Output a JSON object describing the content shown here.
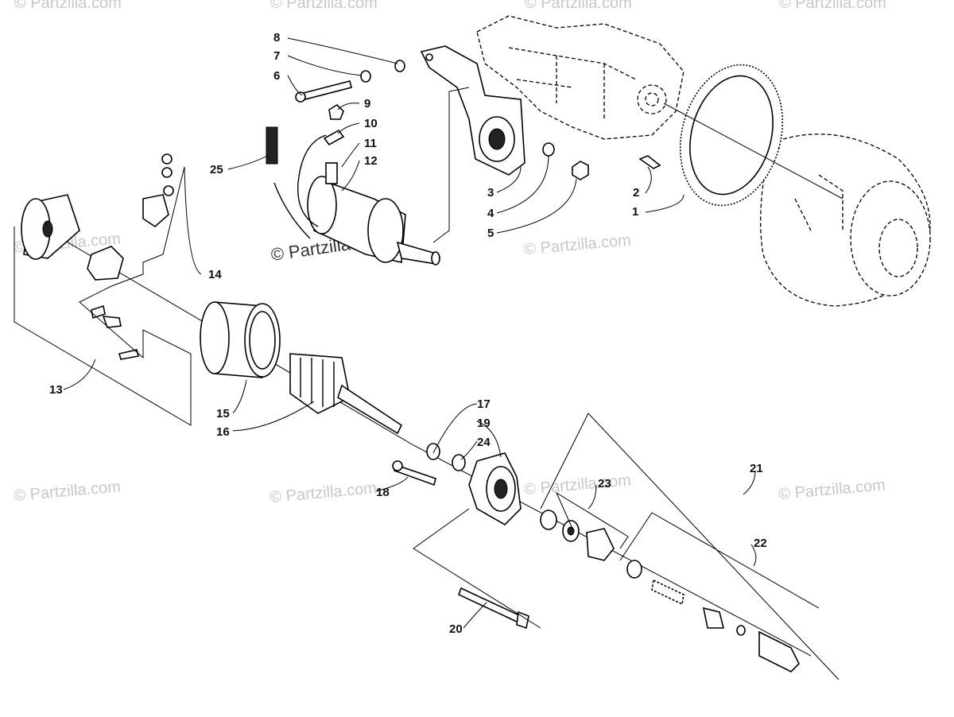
{
  "watermark": {
    "text": "© Partzilla.com"
  },
  "callouts": [
    "1",
    "2",
    "3",
    "4",
    "5",
    "6",
    "7",
    "8",
    "9",
    "10",
    "11",
    "12",
    "13",
    "14",
    "15",
    "16",
    "17",
    "18",
    "19",
    "20",
    "21",
    "22",
    "23",
    "24",
    "25"
  ]
}
